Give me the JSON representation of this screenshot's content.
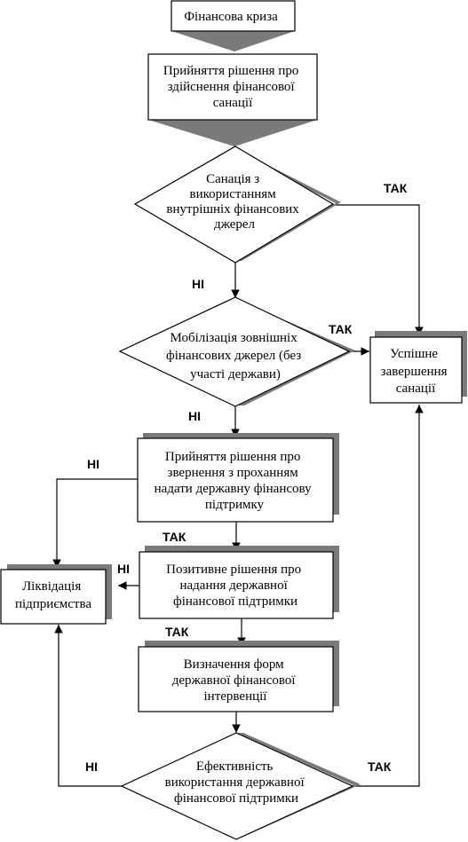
{
  "nodes": {
    "crisis": {
      "lines": [
        "Фінансова криза"
      ]
    },
    "decision_sanation": {
      "lines": [
        "Прийняття рішення про",
        "здійснення фінансової",
        "санації"
      ]
    },
    "internal_sources": {
      "lines": [
        "Санація з",
        "використанням",
        "внутрішніх фінансових",
        "джерел"
      ]
    },
    "external_sources": {
      "lines": [
        "Мобілізація зовнішніх",
        "фінансових джерел (без",
        "участі держави)"
      ]
    },
    "success": {
      "lines": [
        "Успішне",
        "завершення",
        "санації"
      ]
    },
    "state_request": {
      "lines": [
        "Прийняття рішення про",
        "звернення з проханням",
        "надати державну фінансову",
        "підтримку"
      ]
    },
    "positive_decision": {
      "lines": [
        "Позитивне рішення про",
        "надання державної",
        "фінансової підтримки"
      ]
    },
    "liquidation": {
      "lines": [
        "Ліквідація",
        "підприємства"
      ]
    },
    "intervention_forms": {
      "lines": [
        "Визначення форм",
        "державної фінансової",
        "інтервенції"
      ]
    },
    "efficiency": {
      "lines": [
        "Ефективність",
        "використання державної",
        "фінансової підтримки"
      ]
    }
  },
  "edge_labels": {
    "yes": "ТАК",
    "no": "НІ"
  },
  "colors": {
    "shadow": "#7a7a7a",
    "stroke": "#000000",
    "fill": "#ffffff"
  }
}
